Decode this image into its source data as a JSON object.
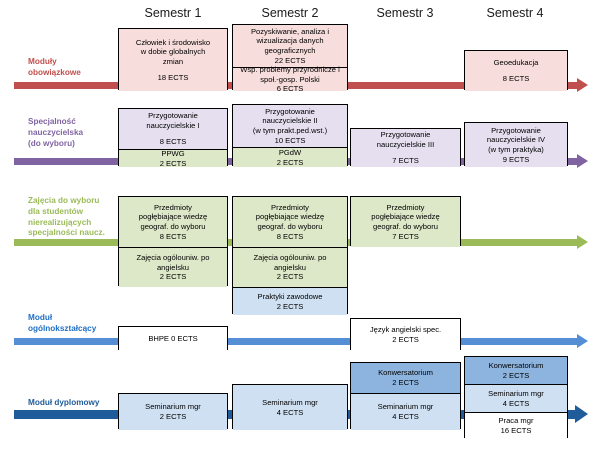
{
  "diagram": {
    "title_row": {
      "semesters": [
        {
          "label": "Semestr 1"
        },
        {
          "label": "Semestr 2"
        },
        {
          "label": "Semestr 3"
        },
        {
          "label": "Semestr 4"
        }
      ]
    },
    "rows": [
      {
        "key": "obowiazkowe",
        "label": "Moduły\nobowiązkowe",
        "color": "#c0504d",
        "label_color": "#c0504d"
      },
      {
        "key": "nauczycielska",
        "label": "Specjalność\nnauczycielska\n(do wyboru)",
        "color": "#8064a2",
        "label_color": "#8064a2"
      },
      {
        "key": "do_wyboru",
        "label": "Zajęcia do wyboru\ndla studentów\nnierealizujących\nspecjalności naucz.",
        "color": "#9bbb59",
        "label_color": "#9bbb59"
      },
      {
        "key": "ogolnoksztalcacy",
        "label": "Moduł\nogólnokształcący",
        "color": "#558ed5",
        "label_color": "#1f6fc4"
      },
      {
        "key": "dyplomowy",
        "label": "Moduł dyplomowy",
        "color": "#1f5c99",
        "label_color": "#1f5c99"
      }
    ],
    "colors": {
      "pink_fill": "#f7dedc",
      "purple_fill": "#e5dff0",
      "green_fill": "#dde8c8",
      "lightblue_fill": "#cfe0f2",
      "midblue_fill": "#8db4de",
      "white_fill": "#ffffff",
      "border": "#000000"
    },
    "boxes": {
      "obowiazkowe": [
        {
          "semester": 1,
          "cells": [
            {
              "title": "Człowiek i środowisko\nw dobie globalnych\nzmian",
              "ects": "18 ECTS",
              "fill": "pink_fill",
              "spaced": true
            }
          ]
        },
        {
          "semester": 2,
          "cells": [
            {
              "title": "Pozyskiwanie, analiza i wizualizacja danych\ngeograficznych",
              "ects": "22 ECTS",
              "fill": "pink_fill",
              "spaced": false
            },
            {
              "title": "Wsp. problemy przyrodnicze i społ.-gosp. Polski",
              "ects": "6 ECTS",
              "fill": "pink_fill",
              "spaced": false
            }
          ]
        },
        {
          "semester": 4,
          "cells": [
            {
              "title": "Geoedukacja",
              "ects": "8 ECTS",
              "fill": "pink_fill",
              "spaced": true
            }
          ]
        }
      ],
      "nauczycielska": [
        {
          "semester": 1,
          "cells": [
            {
              "title": "Przygotowanie\nnauczycielskie I",
              "ects": "8 ECTS",
              "fill": "purple_fill",
              "spaced": true
            },
            {
              "title": "PPWG",
              "ects": "2 ECTS",
              "fill": "green_fill",
              "spaced": false
            }
          ]
        },
        {
          "semester": 2,
          "cells": [
            {
              "title": "Przygotowanie\nnauczycielskie II\n(w tym prakt.ped.wst.)",
              "ects": "10 ECTS",
              "fill": "purple_fill",
              "spaced": false
            },
            {
              "title": "PGdW",
              "ects": "2 ECTS",
              "fill": "green_fill",
              "spaced": false
            }
          ]
        },
        {
          "semester": 3,
          "cells": [
            {
              "title": "Przygotowanie\nnauczycielskie III",
              "ects": "7 ECTS",
              "fill": "purple_fill",
              "spaced": true
            }
          ]
        },
        {
          "semester": 4,
          "cells": [
            {
              "title": "Przygotowanie\nnauczycielskie IV\n(w tym praktyka)",
              "ects": "9 ECTS",
              "fill": "purple_fill",
              "spaced": false
            }
          ]
        }
      ],
      "do_wyboru": [
        {
          "semester": 1,
          "cells": [
            {
              "title": "Przedmioty\npogłębiające wiedzę\ngeograf. do wyboru",
              "ects": "8 ECTS",
              "fill": "green_fill",
              "spaced": false
            },
            {
              "title": "Zajęcia ogólouniw. po\nangielsku",
              "ects": "2 ECTS",
              "fill": "green_fill",
              "spaced": false
            }
          ]
        },
        {
          "semester": 2,
          "cells": [
            {
              "title": "Przedmioty\npogłębiające wiedzę\ngeograf. do wyboru",
              "ects": "8 ECTS",
              "fill": "green_fill",
              "spaced": false
            },
            {
              "title": "Zajęcia ogólouniw. po\nangielsku",
              "ects": "2 ECTS",
              "fill": "green_fill",
              "spaced": false
            },
            {
              "title": "Praktyki zawodowe",
              "ects": "2 ECTS",
              "fill": "lightblue_fill",
              "spaced": false
            }
          ]
        },
        {
          "semester": 3,
          "cells": [
            {
              "title": "Przedmioty\npogłębiające wiedzę\ngeograf. do wyboru",
              "ects": "7 ECTS",
              "fill": "green_fill",
              "spaced": false
            }
          ]
        }
      ],
      "ogolnoksztalcacy": [
        {
          "semester": 1,
          "cells": [
            {
              "title": "BHPE 0 ECTS",
              "ects": "",
              "fill": "white_fill",
              "spaced": false
            }
          ]
        },
        {
          "semester": 3,
          "cells": [
            {
              "title": "Język angielski spec.",
              "ects": "2 ECTS",
              "fill": "white_fill",
              "spaced": false
            }
          ]
        }
      ],
      "dyplomowy": [
        {
          "semester": 1,
          "cells": [
            {
              "title": "Seminarium mgr",
              "ects": "2 ECTS",
              "fill": "lightblue_fill",
              "spaced": false
            }
          ]
        },
        {
          "semester": 2,
          "cells": [
            {
              "title": "Seminarium mgr",
              "ects": "4 ECTS",
              "fill": "lightblue_fill",
              "spaced": false
            }
          ]
        },
        {
          "semester": 3,
          "cells": [
            {
              "title": "Konwersatorium",
              "ects": "2 ECTS",
              "fill": "midblue_fill",
              "spaced": false
            },
            {
              "title": "Seminarium mgr",
              "ects": "4 ECTS",
              "fill": "lightblue_fill",
              "spaced": false
            }
          ]
        },
        {
          "semester": 4,
          "cells": [
            {
              "title": "Konwersatorium",
              "ects": "2 ECTS",
              "fill": "midblue_fill",
              "spaced": false
            },
            {
              "title": "Seminarium mgr",
              "ects": "4 ECTS",
              "fill": "lightblue_fill",
              "spaced": false
            },
            {
              "title": "Praca mgr",
              "ects": "16 ECTS",
              "fill": "white_fill",
              "spaced": false
            }
          ]
        }
      ]
    }
  }
}
